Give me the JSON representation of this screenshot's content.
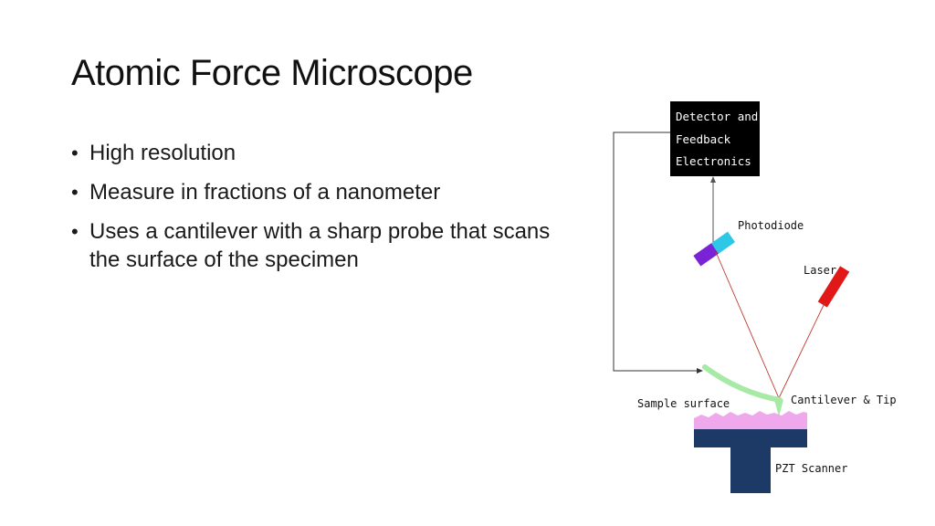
{
  "slide": {
    "title": "Atomic Force Microscope",
    "bullets": [
      "High resolution",
      "Measure in fractions of a nanometer",
      "Uses a cantilever with a sharp probe that scans the surface of the specimen"
    ]
  },
  "diagram": {
    "detector_lines": [
      "Detector and",
      "Feedback",
      "Electronics"
    ],
    "photodiode_label": "Photodiode",
    "laser_label": "Laser",
    "cantilever_label": "Cantilever & Tip",
    "sample_label": "Sample surface",
    "scanner_label": "PZT Scanner",
    "colors": {
      "detector_box": "#000000",
      "photodiode_cyan": "#2ec8e6",
      "photodiode_purple": "#7a22d6",
      "laser": "#e01818",
      "laser_beam": "#c0392b",
      "cantilever": "#a6eaa6",
      "sample": "#f0a8ec",
      "scanner": "#1d3a66"
    }
  }
}
